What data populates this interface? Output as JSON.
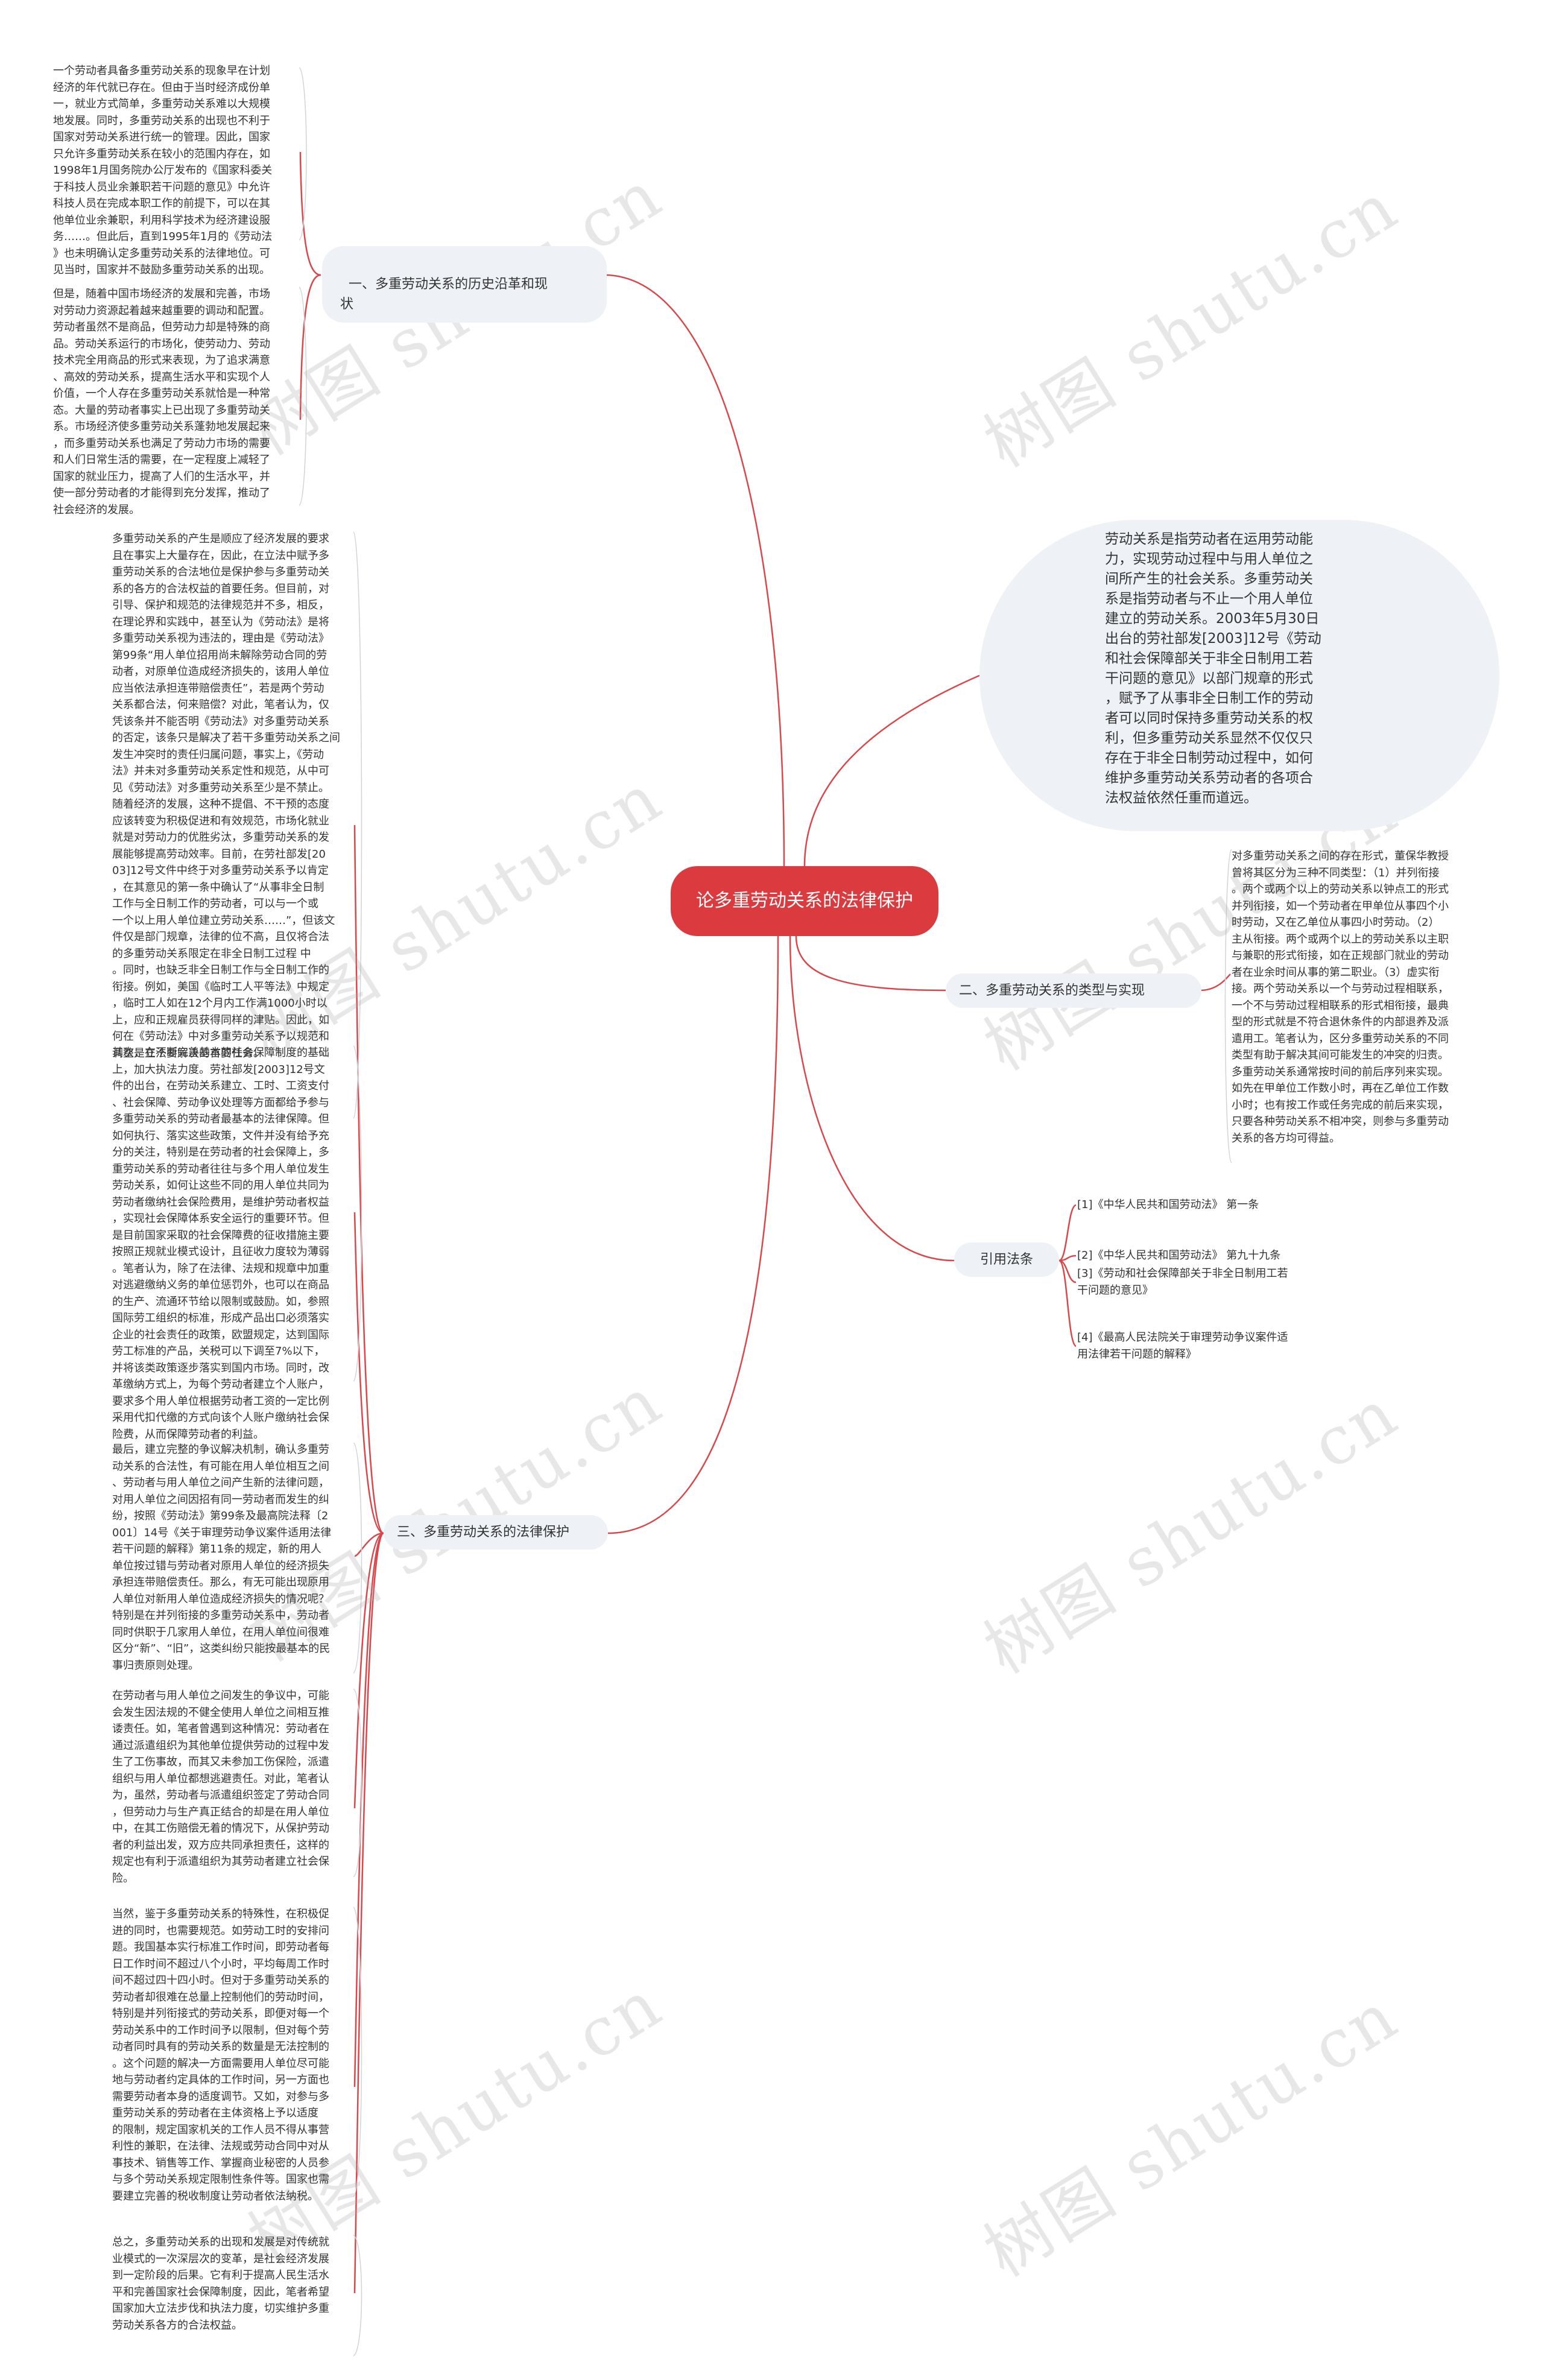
{
  "root": {
    "title": "论多重劳动关系的法律保护"
  },
  "definition": {
    "text": "劳动关系是指劳动者在运用劳动能\n力，实现劳动过程中与用人单位之\n间所产生的社会关系。多重劳动关\n系是指劳动者与不止一个用人单位\n建立的劳动关系。2003年5月30日\n出台的劳社部发[2003]12号《劳动\n和社会保障部关于非全日制用工若\n干问题的意见》以部门规章的形式\n，赋予了从事非全日制工作的劳动\n者可以同时保持多重劳动关系的权\n利，但多重劳动关系显然不仅仅只\n存在于非全日制劳动过程中，如何\n维护多重劳动关系劳动者的各项合\n法权益依然任重而道远。"
  },
  "branch1": {
    "label": "一、多重劳动关系的历史沿革和现\n状",
    "leaves": [
      "一个劳动者具备多重劳动关系的现象早在计划\n经济的年代就已存在。但由于当时经济成份单\n一，就业方式简单，多重劳动关系难以大规模\n地发展。同时，多重劳动关系的出现也不利于\n国家对劳动关系进行统一的管理。因此，国家\n只允许多重劳动关系在较小的范围内存在，如\n1998年1月国务院办公厅发布的《国家科委关\n于科技人员业余兼职若干问题的意见》中允许\n科技人员在完成本职工作的前提下，可以在其\n他单位业余兼职，利用科学技术为经济建设服\n务……。但此后，直到1995年1月的《劳动法\n》也未明确认定多重劳动关系的法律地位。可\n见当时，国家并不鼓励多重劳动关系的出现。",
      "但是，随着中国市场经济的发展和完善，市场\n对劳动力资源起着越来越重要的调动和配置。\n劳动者虽然不是商品，但劳动力却是特殊的商\n品。劳动关系运行的市场化，使劳动力、劳动\n技术完全用商品的形式来表现，为了追求满意\n、高效的劳动关系，提高生活水平和实现个人\n价值，一个人存在多重劳动关系就恰是一种常\n态。大量的劳动者事实上已出现了多重劳动关\n系。市场经济使多重劳动关系蓬勃地发展起来\n，而多重劳动关系也满足了劳动力市场的需要\n和人们日常生活的需要，在一定程度上减轻了\n国家的就业压力，提高了人们的生活水平，并\n使一部分劳动者的才能得到充分发挥，推动了\n社会经济的发展。"
    ]
  },
  "branch2": {
    "label": "二、多重劳动关系的类型与实现",
    "leaves": [
      "对多重劳动关系之间的存在形式，董保华教授\n曾将其区分为三种不同类型：（1）并列衔接\n。两个或两个以上的劳动关系以钟点工的形式\n并列衔接，如一个劳动者在甲单位从事四个小\n时劳动，又在乙单位从事四小时劳动。（2）\n主从衔接。两个或两个以上的劳动关系以主职\n与兼职的形式衔接，如在正规部门就业的劳动\n者在业余时间从事的第二职业。（3）虚实衔\n接。两个劳动关系以一个与劳动过程相联系，\n一个不与劳动过程相联系的形式相衔接，最典\n型的形式就是不符合退休条件的内部退养及派\n遣用工。笔者认为，区分多重劳动关系的不同\n类型有助于解决其间可能发生的冲突的归责。\n多重劳动关系通常按时间的前后序列来实现。\n如先在甲单位工作数小时，再在乙单位工作数\n小时；也有按工作或任务完成的前后来实现，\n只要各种劳动关系不相冲突，则参与多重劳动\n关系的各方均可得益。"
    ]
  },
  "branch3": {
    "label": "三、多重劳动关系的法律保护",
    "leaves": [
      "多重劳动关系的产生是顺应了经济发展的要求\n且在事实上大量存在，因此，在立法中赋予多\n重劳动关系的合法地位是保护参与多重劳动关\n系的各方的合法权益的首要任务。但目前，对\n引导、保护和规范的法律规范并不多，相反，\n在理论界和实践中，甚至认为《劳动法》是将\n多重劳动关系视为违法的，理由是《劳动法》\n第99条“用人单位招用尚未解除劳动合同的劳\n动者，对原单位造成经济损失的，该用人单位\n应当依法承担连带赔偿责任”，若是两个劳动\n关系都合法，何来赔偿？对此，笔者认为，仅\n凭该条并不能否明《劳动法》对多重劳动关系\n的否定，该条只是解决了若干多重劳动关系之间\n发生冲突时的责任归属问题，事实上，《劳动\n法》并未对多重劳动关系定性和规范，从中可\n见《劳动法》对多重劳动关系至少是不禁止。\n随着经济的发展，这种不提倡、不干预的态度\n应该转变为积极促进和有效规范，市场化就业\n就是对劳动力的优胜劣汰，多重劳动关系的发\n展能够提高劳动效率。目前，在劳社部发[20\n03]12号文件中终于对多重劳动关系予以肯定\n，在其意见的第一条中确认了“从事非全日制\n工作与全日制工作的劳动者，可以与一个或\n一个以上用人单位建立劳动关系……”，但该文\n件仅是部门规章，法律的位不高，且仅将合法\n的多重劳动关系限定在非全日制工过程 中\n。同时，也缺乏非全日制工作与全日制工作的\n衔接。例如，美国《临时工人平等法》中规定\n，临时工人如在12个月内工作满1000小时以\n上，应和正规雇员获得同样的津贴。因此，如\n何在《劳动法》中对多重劳动关系予以规范和\n调整是立法要解决的首要任务。",
      "其次，在不断完善基本的社会保障制度的基础\n上，加大执法力度。劳社部发[2003]12号文\n件的出台，在劳动关系建立、工时、工资支付\n、社会保障、劳动争议处理等方面都给予参与\n多重劳动关系的劳动者最基本的法律保障。但\n如何执行、落实这些政策，文件并没有给予充\n分的关注，特别是在劳动者的社会保障上，多\n重劳动关系的劳动者往往与多个用人单位发生\n劳动关系，如何让这些不同的用人单位共同为\n劳动者缴纳社会保险费用，是维护劳动者权益\n，实现社会保障体系安全运行的重要环节。但\n是目前国家采取的社会保障费的征收措施主要\n按照正规就业模式设计，且征收力度较为薄弱\n。笔者认为，除了在法律、法规和规章中加重\n对逃避缴纳义务的单位惩罚外，也可以在商品\n的生产、流通环节给以限制或鼓励。如，参照\n国际劳工组织的标准，形成产品出口必须落实\n企业的社会责任的政策，欧盟规定，达到国际\n劳工标准的产品，关税可以下调至7%以下，\n并将该类政策逐步落实到国内市场。同时，改\n革缴纳方式上，为每个劳动者建立个人账户，\n要求多个用人单位根据劳动者工资的一定比例\n采用代扣代缴的方式向该个人账户缴纳社会保\n险费，从而保障劳动者的利益。",
      "最后，建立完整的争议解决机制，确认多重劳\n动关系的合法性，有可能在用人单位相互之间\n、劳动者与用人单位之间产生新的法律问题，\n对用人单位之间因招有同一劳动者而发生的纠\n纷，按照《劳动法》第99条及最高院法释〔2\n001〕14号《关于审理劳动争议案件适用法律\n若干问题的解释》第11条的规定，新的用人\n单位按过错与劳动者对原用人单位的经济损失\n承担连带赔偿责任。那么，有无可能出现原用\n人单位对新用人单位造成经济损失的情况呢？\n特别是在并列衔接的多重劳动关系中，劳动者\n同时供职于几家用人单位，在用人单位间很难\n区分“新”、“旧”，这类纠纷只能按最基本的民\n事归责原则处理。",
      "在劳动者与用人单位之间发生的争议中，可能\n会发生因法规的不健全使用人单位之间相互推\n诿责任。如，笔者曾遇到这种情况：劳动者在\n通过派遣组织为其他单位提供劳动的过程中发\n生了工伤事故，而其又未参加工伤保险，派遣\n组织与用人单位都想逃避责任。对此，笔者认\n为，虽然，劳动者与派遣组织签定了劳动合同\n，但劳动力与生产真正结合的却是在用人单位\n中，在其工伤赔偿无着的情况下，从保护劳动\n者的利益出发，双方应共同承担责任，这样的\n规定也有利于派遣组织为其劳动者建立社会保\n险。",
      "当然，鉴于多重劳动关系的特殊性，在积极促\n进的同时，也需要规范。如劳动工时的安排问\n题。我国基本实行标准工作时间，即劳动者每\n日工作时间不超过八个小时，平均每周工作时\n间不超过四十四小时。但对于多重劳动关系的\n劳动者却很难在总量上控制他们的劳动时间，\n特别是并列衔接式的劳动关系，即便对每一个\n劳动关系中的工作时间予以限制，但对每个劳\n动者同时具有的劳动关系的数量是无法控制的\n。这个问题的解决一方面需要用人单位尽可能\n地与劳动者约定具体的工作时间，另一方面也\n需要劳动者本身的适度调节。又如，对参与多\n重劳动关系的劳动者在主体资格上予以适度\n的限制，规定国家机关的工作人员不得从事营\n利性的兼职，在法律、法规或劳动合同中对从\n事技术、销售等工作、掌握商业秘密的人员参\n与多个劳动关系规定限制性条件等。国家也需\n要建立完善的税收制度让劳动者依法纳税。",
      "总之，多重劳动关系的出现和发展是对传统就\n业模式的一次深层次的变革，是社会经济发展\n到一定阶段的后果。它有利于提高人民生活水\n平和完善国家社会保障制度，因此，笔者希望\n国家加大立法步伐和执法力度，切实维护多重\n劳动关系各方的合法权益。"
    ]
  },
  "references": {
    "label": "引用法条",
    "items": [
      "[1]《中华人民共和国劳动法》 第一条",
      "[2]《中华人民共和国劳动法》 第九十九条",
      "[3]《劳动和社会保障部关于非全日制用工若\n干问题的意见》",
      "[4]《最高人民法院关于审理劳动争议案件适\n用法律若干问题的解释》"
    ]
  },
  "watermark": "树图 shutu.cn",
  "colors": {
    "root": "#db3a3e",
    "branch_bg": "#eef1f5",
    "link": "#d9474b"
  }
}
